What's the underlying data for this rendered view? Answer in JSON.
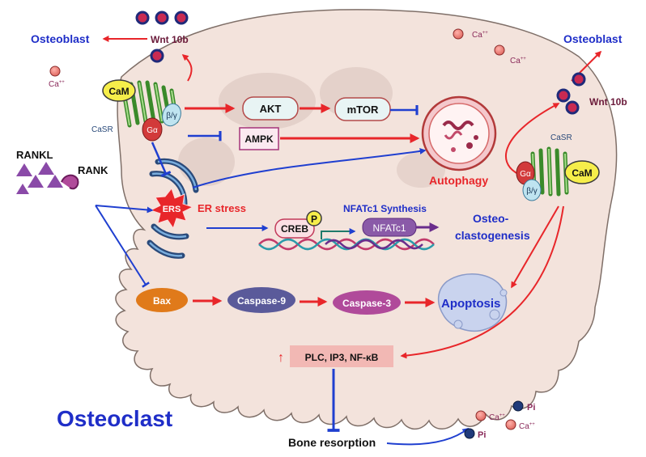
{
  "labels": {
    "osteoblast_left": "Osteoblast",
    "osteoblast_right": "Osteoblast",
    "wnt_left": "Wnt 10b",
    "wnt_right": "Wnt 10b",
    "ca": "Ca",
    "ca_sup": "++",
    "pi": "Pi",
    "cam": "CaM",
    "casr": "CaSR",
    "galpha": "Gα",
    "gbeta": "β/γ",
    "rankl": "RANKL",
    "rank": "RANK",
    "akt": "AKT",
    "mtor": "mTOR",
    "ampk": "AMPK",
    "autophagy": "Autophagy",
    "ers": "ERS",
    "er_stress": "ER stress",
    "creb": "CREB",
    "p": "P",
    "nfatc1_synthesis": "NFATc1 Synthesis",
    "nfatc1": "NFATc1",
    "osteoclastogenesis_1": "Osteo-",
    "osteoclastogenesis_2": "clastogenesis",
    "bax": "Bax",
    "caspase9": "Caspase-9",
    "caspase3": "Caspase-3",
    "apoptosis": "Apoptosis",
    "up_arrow": "↑",
    "plc": "PLC, IP3, NF-κB",
    "bone_resorption": "Bone resorption",
    "osteoclast": "Osteoclast"
  },
  "colors": {
    "activation": "#e8262a",
    "inhibition": "#1f3fd0",
    "label_blue": "#1f2ec8",
    "cell_fill": "#f3e3dc",
    "cell_stroke": "#7f6f68"
  },
  "icons": [
    "rankl-triangle-icon",
    "rank-receptor-icon",
    "autophagosome-icon",
    "er-icon",
    "dna-icon",
    "apoptotic-body-icon",
    "calcium-ion-icon",
    "phosphate-ion-icon",
    "wnt-particle-icon"
  ]
}
